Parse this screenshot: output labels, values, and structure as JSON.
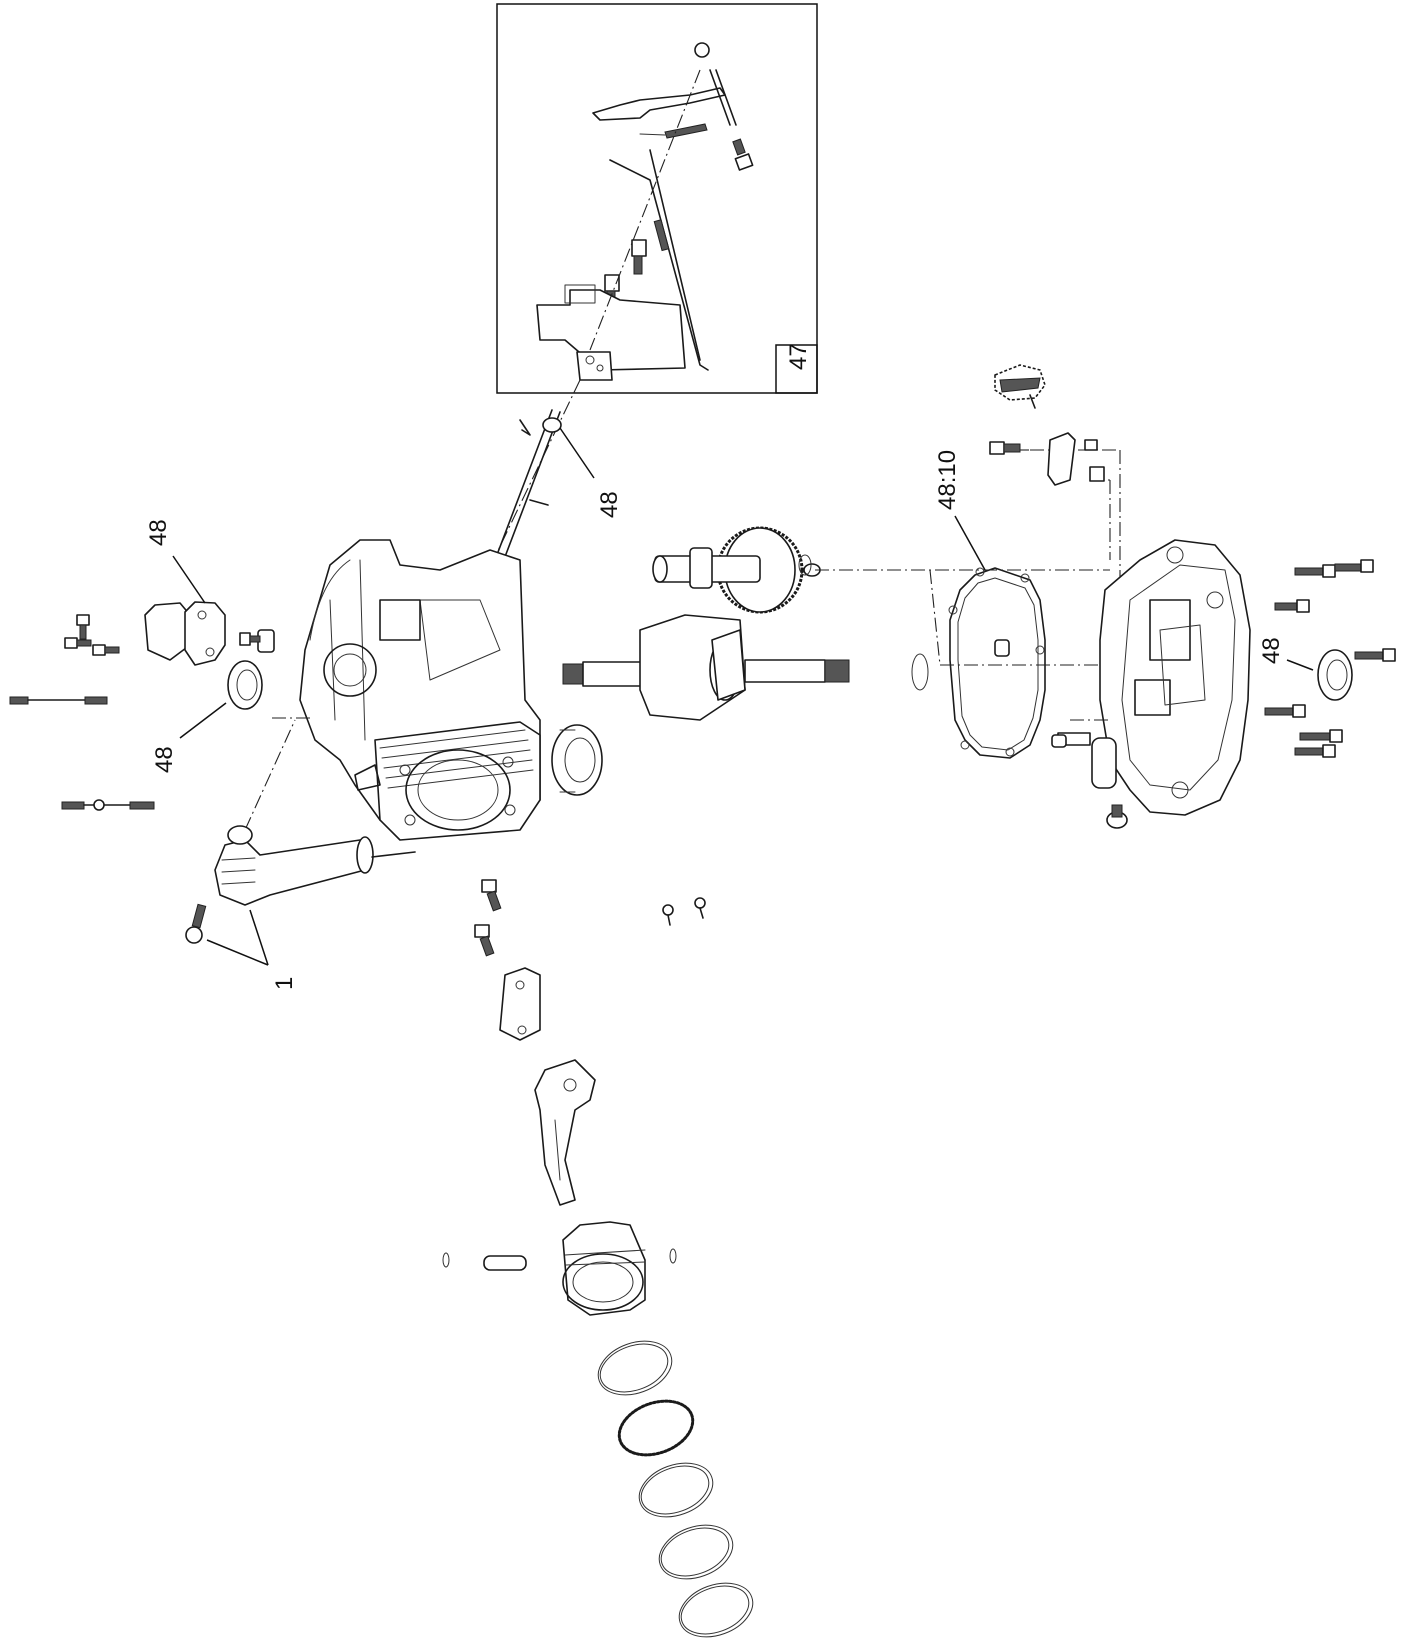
{
  "callouts": {
    "top_detail": "47",
    "linkage_washer": "48",
    "cover_plate": "48",
    "oil_seal_left": "48",
    "oil_seal_right": "48",
    "gasket": "48:10",
    "dipstick_tube": "1"
  }
}
